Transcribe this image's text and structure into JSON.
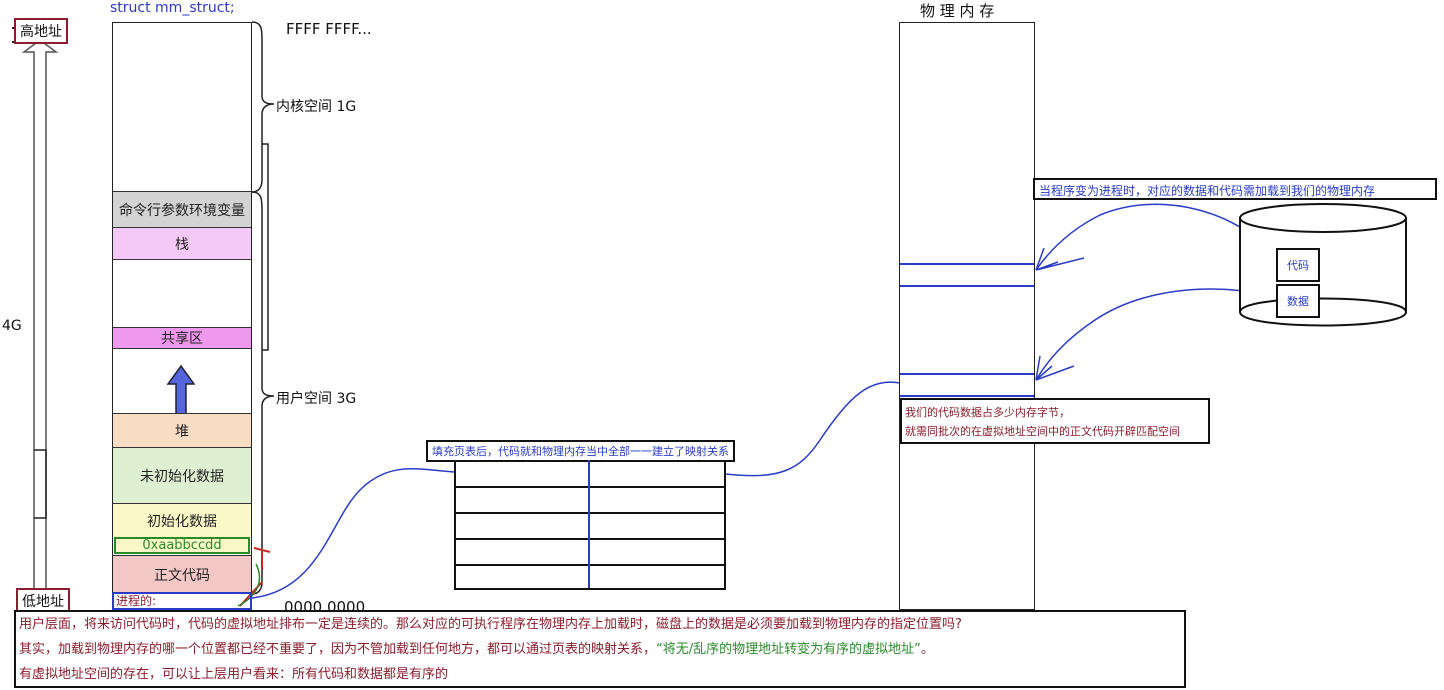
{
  "top": {
    "struct_label": "struct mm_struct;",
    "high_addr_top": "FFFF FFFF...",
    "low_addr_bottom": "0000 0000..."
  },
  "axis": {
    "high_label": "高地址",
    "low_label": "低地址",
    "size_label": "4G"
  },
  "virtual_space": {
    "kernel_label": "内核空间 1G",
    "user_label": "用户空间 3G",
    "segments": {
      "env": "命令行参数环境变量",
      "stack": "栈",
      "shared": "共享区",
      "heap": "堆",
      "bss": "未初始化数据",
      "data": "初始化数据",
      "addr": "0xaabbccdd",
      "text": "正文代码"
    },
    "process_label": "进程的:"
  },
  "page_table": {
    "caption": "填充页表后，代码就和物理内存当中全部一一建立了映射关系"
  },
  "physical": {
    "title": "物 理 内 存",
    "load_note": "当程序变为进程时，对应的数据和代码需加载到我们的物理内存",
    "alloc_note_line1": "我们的代码数据占多少内存字节，",
    "alloc_note_line2": "就需同批次的在虚拟地址空间中的正文代码开辟匹配空间"
  },
  "disk": {
    "code_label": "代码",
    "data_label": "数据"
  },
  "bottom_note": {
    "line1": "用户层面，将来访问代码时，代码的虚拟地址排布一定是连续的。那么对应的可执行程序在物理内存上加载时，磁盘上的数据是必须要加载到物理内存的指定位置吗?",
    "line2_prefix": "其实，加载到物理内存的哪一个位置都已经不重要了，因为不管加载到任何地方，都可以通过页表的映射关系，",
    "line2_quote": "“将无/乱序的物理地址转变为有序的虚拟地址”",
    "line2_suffix": "。",
    "line3": "有虚拟地址空间的存在，可以让上层用户看来：所有代码和数据都是有序的"
  },
  "colors": {
    "env": "#d3d3d3",
    "stack": "#f5c9f5",
    "shared": "#ee99ee",
    "heap": "#f8dcc4",
    "bss": "#dff0d2",
    "data": "#fbf8c8",
    "text": "#f4c7c7",
    "arrow_blue": "#3a4fcf",
    "border_red": "#8b1d2c",
    "link_blue": "#2a3cc7"
  }
}
